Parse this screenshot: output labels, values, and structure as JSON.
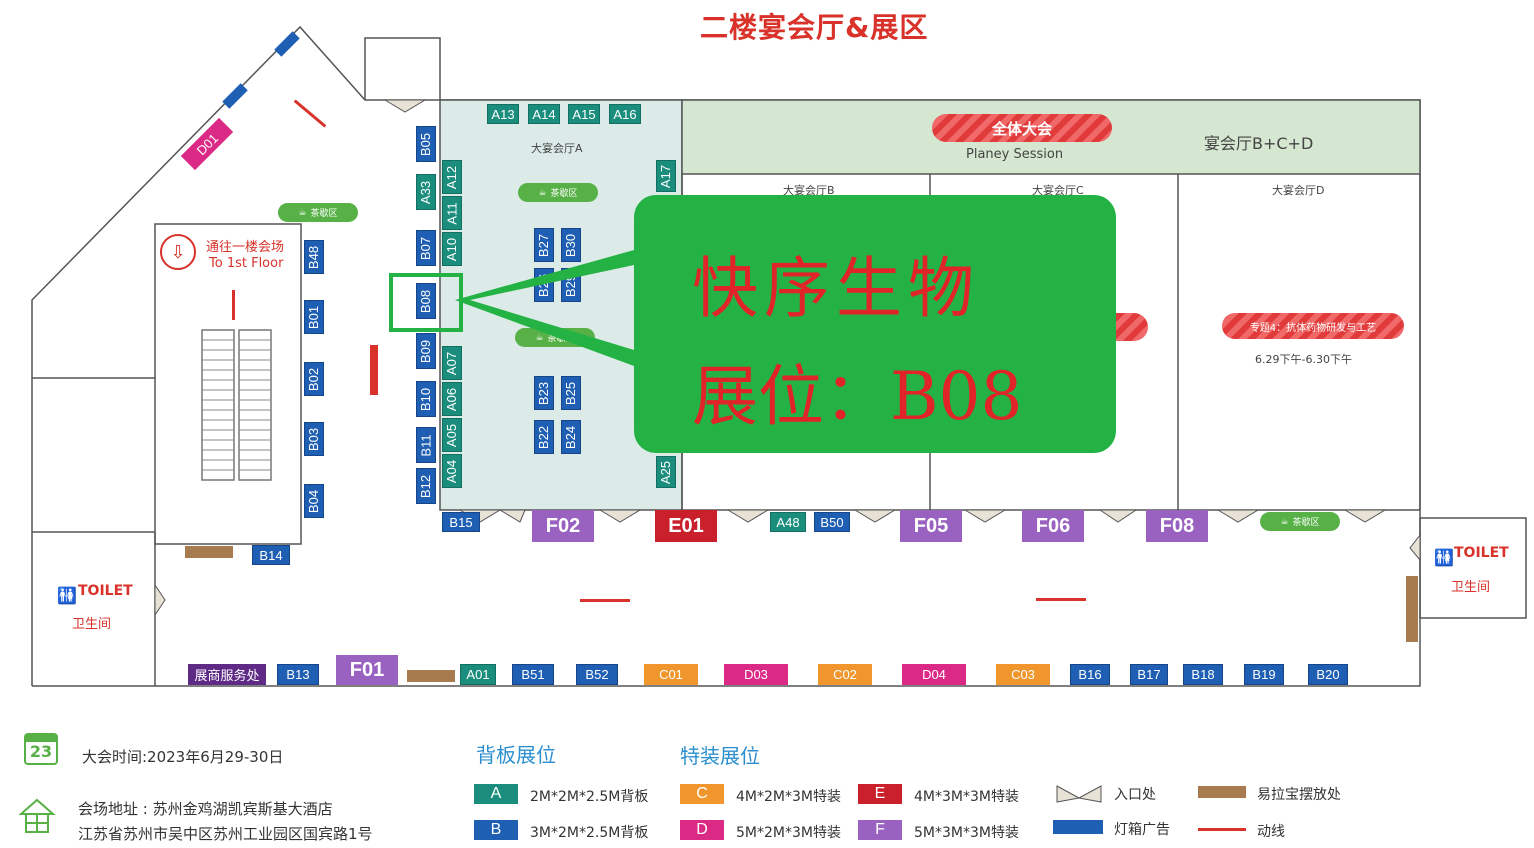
{
  "title": "二楼宴会厅&展区",
  "halls": {
    "hall_a": "大宴会厅A",
    "hall_b": "大宴会厅B",
    "hall_c": "大宴会厅C",
    "hall_d": "大宴会厅D",
    "hall_bcd": "宴会厅B+C+D"
  },
  "plenary": {
    "label": "全体大会",
    "sub": "Planey Session"
  },
  "topic4": {
    "label": "专题4：抗体药物研发与工艺",
    "time": "6.29下午-6.30下午"
  },
  "stairs": {
    "cn": "通往一楼会场",
    "en": "To 1st Floor"
  },
  "tea_label": "茶歇区",
  "toilet": {
    "en": "TOILET",
    "cn": "卫生间"
  },
  "service_desk": "展商服务处",
  "callout": {
    "company": "快序生物",
    "booth": "展位：B08",
    "color": "#23b243",
    "text_color": "#e0242a"
  },
  "booths": {
    "A13": "A13",
    "A14": "A14",
    "A15": "A15",
    "A16": "A16",
    "A17": "A17",
    "A25": "A25",
    "A33": "A33",
    "A12": "A12",
    "A11": "A11",
    "A10": "A10",
    "A07": "A07",
    "A06": "A06",
    "A05": "A05",
    "A04": "A04",
    "A48": "A48",
    "A01": "A01",
    "B05": "B05",
    "B07": "B07",
    "B08": "B08",
    "B09": "B09",
    "B10": "B10",
    "B11": "B11",
    "B12": "B12",
    "B48": "B48",
    "B01": "B01",
    "B02": "B02",
    "B03": "B03",
    "B04": "B04",
    "B14": "B14",
    "B15": "B15",
    "B27": "B27",
    "B30": "B30",
    "B26": "B26",
    "B29": "B29",
    "B23": "B23",
    "B25": "B25",
    "B22": "B22",
    "B24": "B24",
    "B50": "B50",
    "B13": "B13",
    "B51": "B51",
    "B52": "B52",
    "B16": "B16",
    "B17": "B17",
    "B18": "B18",
    "B19": "B19",
    "B20": "B20",
    "F01": "F01",
    "F02": "F02",
    "E01": "E01",
    "F05": "F05",
    "F06": "F06",
    "F08": "F08",
    "C01": "C01",
    "C02": "C02",
    "C03": "C03",
    "D01": "D01",
    "D03": "D03",
    "D04": "D04"
  },
  "info": {
    "calendar_day": "23",
    "date": "大会时间:2023年6月29-30日",
    "address_line1": "会场地址 : 苏州金鸡湖凯宾斯基大酒店",
    "address_line2": "江苏省苏州市吴中区苏州工业园区国宾路1号"
  },
  "legend": {
    "backboard_title": "背板展位",
    "special_title": "特装展位",
    "A": {
      "key": "A",
      "text": "2M*2M*2.5M背板",
      "color": "#1b8d7c"
    },
    "B": {
      "key": "B",
      "text": "3M*2M*2.5M背板",
      "color": "#1f5fb3"
    },
    "C": {
      "key": "C",
      "text": "4M*2M*3M特装",
      "color": "#f0962c"
    },
    "D": {
      "key": "D",
      "text": "5M*2M*3M特装",
      "color": "#db2a85"
    },
    "E": {
      "key": "E",
      "text": "4M*3M*3M特装",
      "color": "#c9202b"
    },
    "F": {
      "key": "F",
      "text": "5M*3M*3M特装",
      "color": "#9a62c0"
    },
    "entrance": "入口处",
    "lightbox": "灯箱广告",
    "rollup": "易拉宝摆放处",
    "flow": "动线"
  }
}
